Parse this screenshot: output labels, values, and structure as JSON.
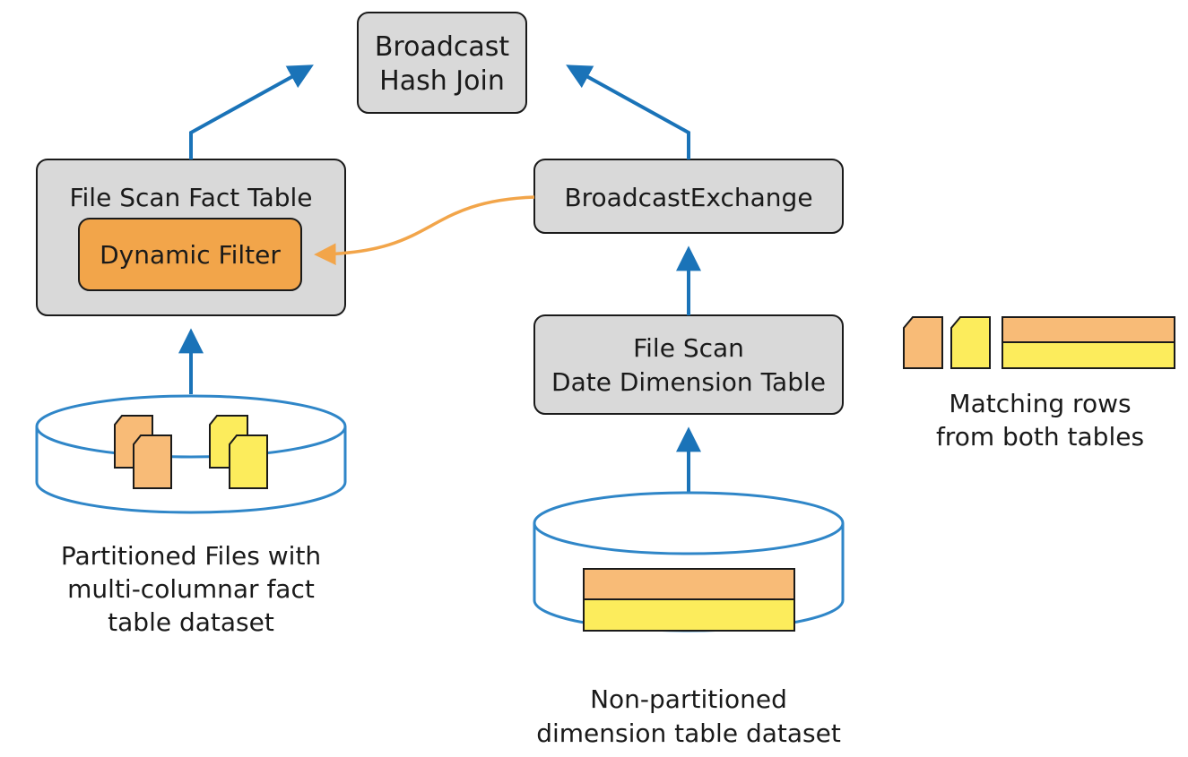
{
  "nodes": {
    "broadcast_hash_join": {
      "line1": "Broadcast",
      "line2": "Hash Join"
    },
    "file_scan_fact": {
      "label": "File Scan Fact Table"
    },
    "dynamic_filter": {
      "label": "Dynamic Filter"
    },
    "broadcast_exchange": {
      "label": "BroadcastExchange"
    },
    "file_scan_date": {
      "line1": "File Scan",
      "line2": "Date Dimension Table"
    }
  },
  "datasets": {
    "partitioned": {
      "line1": "Partitioned Files with",
      "line2": "multi-columnar fact",
      "line3": "table dataset"
    },
    "non_partitioned": {
      "line1": "Non-partitioned",
      "line2": "dimension table dataset"
    }
  },
  "legend": {
    "line1": "Matching rows",
    "line2": "from both tables"
  },
  "colors": {
    "box_fill": "#d9d9d9",
    "box_stroke": "#1a1a1a",
    "filter_fill": "#f2a54a",
    "orange_row": "#f8bb77",
    "yellow_row": "#fcec5c",
    "arrow_blue": "#1a73b8",
    "arrow_orange": "#f2a54a",
    "cylinder_stroke": "#2f86c8"
  }
}
